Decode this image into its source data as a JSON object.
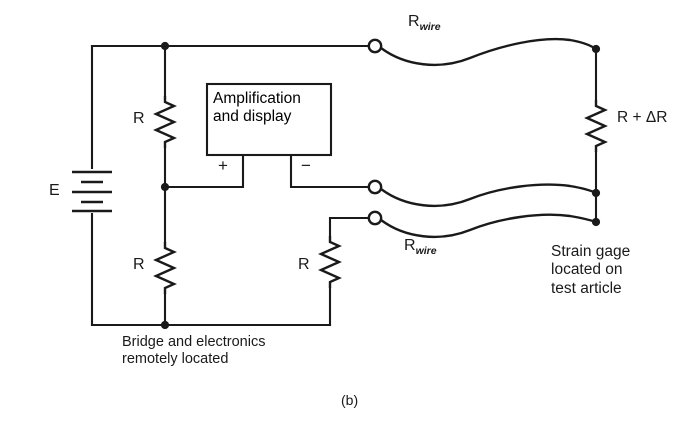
{
  "figure": {
    "caption": "(b)",
    "type": "circuit-diagram",
    "description": "Three-wire quarter-bridge strain gage circuit"
  },
  "box": {
    "line1": "Amplification",
    "line2": "and display",
    "plus_terminal": "+",
    "minus_terminal": "−"
  },
  "components": {
    "source_label": "E",
    "resistor_top_left": "R",
    "resistor_bottom_left": "R",
    "resistor_bottom_right": "R",
    "gage_label": "R + ΔR"
  },
  "wire_labels": {
    "top": {
      "symbol": "R",
      "subscript": "wire"
    },
    "bottom": {
      "symbol": "R",
      "subscript": "wire"
    }
  },
  "annotations": {
    "bridge_note_line1": "Bridge and electronics",
    "bridge_note_line2": "remotely located",
    "gage_note_line1": "Strain gage",
    "gage_note_line2": "located on",
    "gage_note_line3": "test article"
  },
  "colors": {
    "ink": "#1a1a1a",
    "background": "#ffffff"
  }
}
